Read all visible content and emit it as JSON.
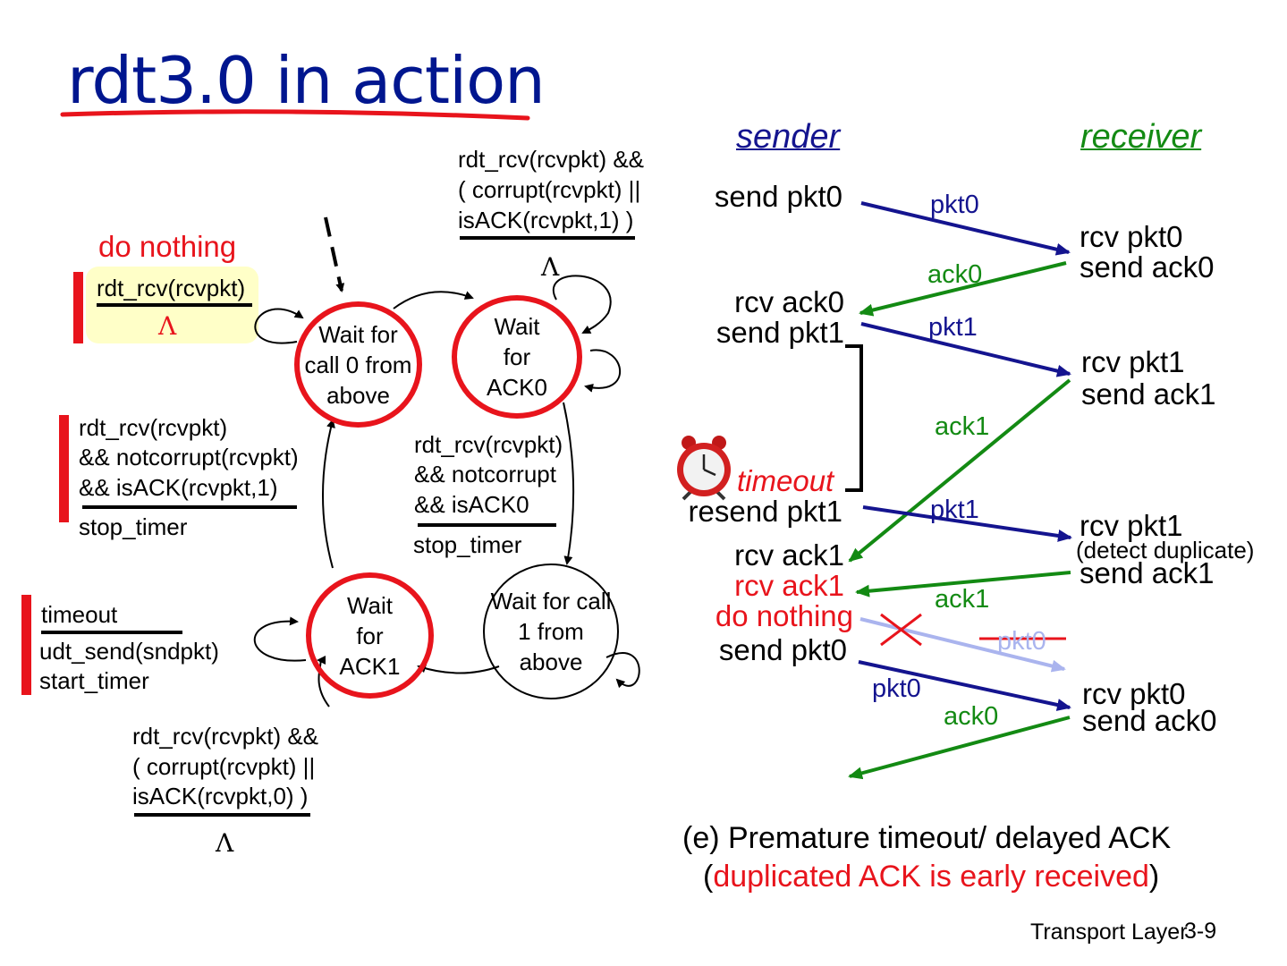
{
  "title": "rdt3.0 in action",
  "fsm": {
    "states": {
      "wait_call0": "Wait for call 0 from above",
      "wait_ack0": "Wait for ACK0",
      "wait_ack1": "Wait for ACK1",
      "wait_call1": "Wait for call 1 from above"
    },
    "do_nothing": "do nothing",
    "highlight_event": "rdt_rcv(rcvpkt)",
    "lambda": "Λ",
    "top_event_1": "rdt_rcv(rcvpkt) &&",
    "top_event_2": "( corrupt(rcvpkt) ||",
    "top_event_3": "isACK(rcvpkt,1) )",
    "left_event_1": "rdt_rcv(rcvpkt)",
    "left_event_2": "&& notcorrupt(rcvpkt)",
    "left_event_3": "&& isACK(rcvpkt,1)",
    "left_action": "stop_timer",
    "mid_event_1": "rdt_rcv(rcvpkt)",
    "mid_event_2": "&& notcorrupt",
    "mid_event_3": "&& isACK0",
    "mid_action": "stop_timer",
    "timeout_event": "timeout",
    "timeout_action_1": "udt_send(sndpkt)",
    "timeout_action_2": "start_timer",
    "bottom_event_1": "rdt_rcv(rcvpkt) &&",
    "bottom_event_2": "( corrupt(rcvpkt) ||",
    "bottom_event_3": "isACK(rcvpkt,0) )"
  },
  "timeline": {
    "sender_header": "sender",
    "receiver_header": "receiver",
    "sender": {
      "send_pkt0": "send pkt0",
      "rcv_ack0": "rcv ack0",
      "send_pkt1": "send pkt1",
      "timeout": "timeout",
      "resend_pkt1": "resend pkt1",
      "rcv_ack1_a": "rcv ack1",
      "rcv_ack1_b": "rcv ack1",
      "do_nothing": "do nothing",
      "send_pkt0_b": "send pkt0"
    },
    "receiver": {
      "rcv_pkt0": "rcv pkt0",
      "send_ack0": "send ack0",
      "rcv_pkt1": "rcv pkt1",
      "send_ack1": "send ack1",
      "rcv_pkt1_b": "rcv pkt1",
      "detect_dup": "(detect duplicate)",
      "send_ack1_b": "send ack1",
      "rcv_pkt0_b": "rcv pkt0",
      "send_ack0_b": "send ack0"
    },
    "arrows": {
      "pkt0": "pkt0",
      "ack0": "ack0",
      "pkt1": "pkt1",
      "ack1": "ack1",
      "pkt1_b": "pkt1",
      "ack1_b": "ack1",
      "pkt0_lost": "pkt0",
      "pkt0_b": "pkt0",
      "ack0_b": "ack0"
    },
    "caption_1": "(e) Premature timeout/ delayed ACK",
    "caption_2_open": "(",
    "caption_2_red": "duplicated ACK is early received",
    "caption_2_close": ")"
  },
  "footer": "Transport Layer",
  "page": "3-9",
  "colors": {
    "title": "#00168f",
    "red": "#e8141c",
    "green": "#138a13",
    "blue": "#14148f",
    "lost": "#aab4ee",
    "highlight": "#ffffc8"
  }
}
